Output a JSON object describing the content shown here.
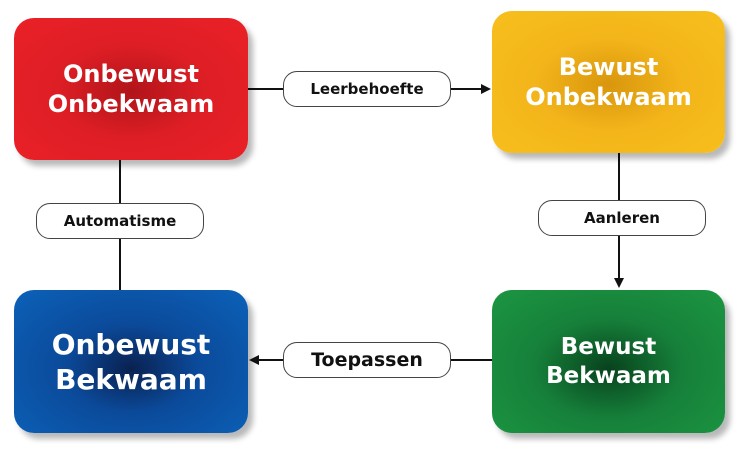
{
  "boxes": {
    "top_left": {
      "line1": "Onbewust",
      "line2": "Onbekwaam",
      "color": "#ea2127"
    },
    "top_right": {
      "line1": "Bewust",
      "line2": "Onbekwaam",
      "color": "#f7bf1d"
    },
    "bottom_left": {
      "line1": "Onbewust",
      "line2": "Bekwaam",
      "color": "#0b62b9"
    },
    "bottom_right": {
      "line1": "Bewust",
      "line2": "Bekwaam",
      "color": "#1c9642"
    }
  },
  "transitions": {
    "top": "Leerbehoefte",
    "right": "Aanleren",
    "bottom": "Toepassen",
    "left": "Automatisme"
  }
}
